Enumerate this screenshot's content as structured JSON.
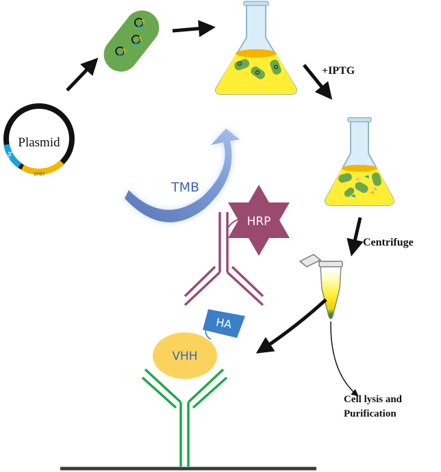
{
  "labels": {
    "plasmid": "Plasmid",
    "ha_segment": "HA",
    "vhh_segment": "VHH",
    "iptg": "+IPTG",
    "centrifuge": "Centrifuge",
    "cell_lysis_line1": "Cell lysis and",
    "cell_lysis_line2": "Purification",
    "tmb": "TMB",
    "hrp": "HRP",
    "ha_tag": "HA",
    "vhh": "VHH"
  },
  "colors": {
    "bacterium": "#6aa84f",
    "media": "#ffee33",
    "flask_glass": "#d9eef8",
    "plasmid_ha": "#1aa3d9",
    "plasmid_vhh": "#f0b800",
    "tmb_arrow": "#6e8fd0",
    "tmb_glow": "#c6d8ff",
    "tmb_text": "#3a63b8",
    "hrp_star": "#9a4a6f",
    "secondary_antibody": "#9a4a7a",
    "ha_tag": "#3a7fc7",
    "vhh_ellipse": "#fbd35c",
    "vhh_text": "#2f69c6",
    "capture_antibody": "#1aaa4a",
    "surface": "#3a3a3a",
    "process_arrow": "#111111"
  },
  "icons": [
    "plasmid-icon",
    "bacterium-icon",
    "flask-icon",
    "microtube-icon",
    "hrp-star-icon",
    "antibody-icon",
    "ha-tag-icon"
  ]
}
